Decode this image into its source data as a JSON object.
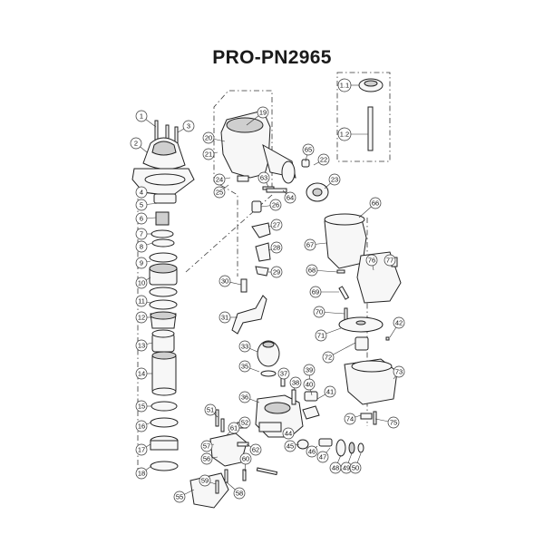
{
  "title": "PRO-PN2965",
  "callouts": [
    "1",
    "2",
    "3",
    "4",
    "5",
    "6",
    "7",
    "8",
    "9",
    "10",
    "11",
    "12",
    "13",
    "14",
    "15",
    "16",
    "17",
    "18",
    "19",
    "20",
    "21",
    "22",
    "23",
    "24",
    "25",
    "26",
    "27",
    "28",
    "29",
    "30",
    "31",
    "33",
    "35",
    "36",
    "37",
    "38",
    "39",
    "40",
    "41",
    "42",
    "44",
    "45",
    "46",
    "47",
    "48",
    "49",
    "50",
    "51",
    "52",
    "55",
    "56",
    "57",
    "58",
    "59",
    "60",
    "61",
    "62",
    "63",
    "64",
    "65",
    "66",
    "67",
    "68",
    "69",
    "70",
    "71",
    "72",
    "73",
    "74",
    "75",
    "76",
    "77",
    "1.1",
    "1.2"
  ],
  "colors": {
    "line": "#222222",
    "paper": "#ffffff",
    "shade": "#cfcfcf"
  }
}
